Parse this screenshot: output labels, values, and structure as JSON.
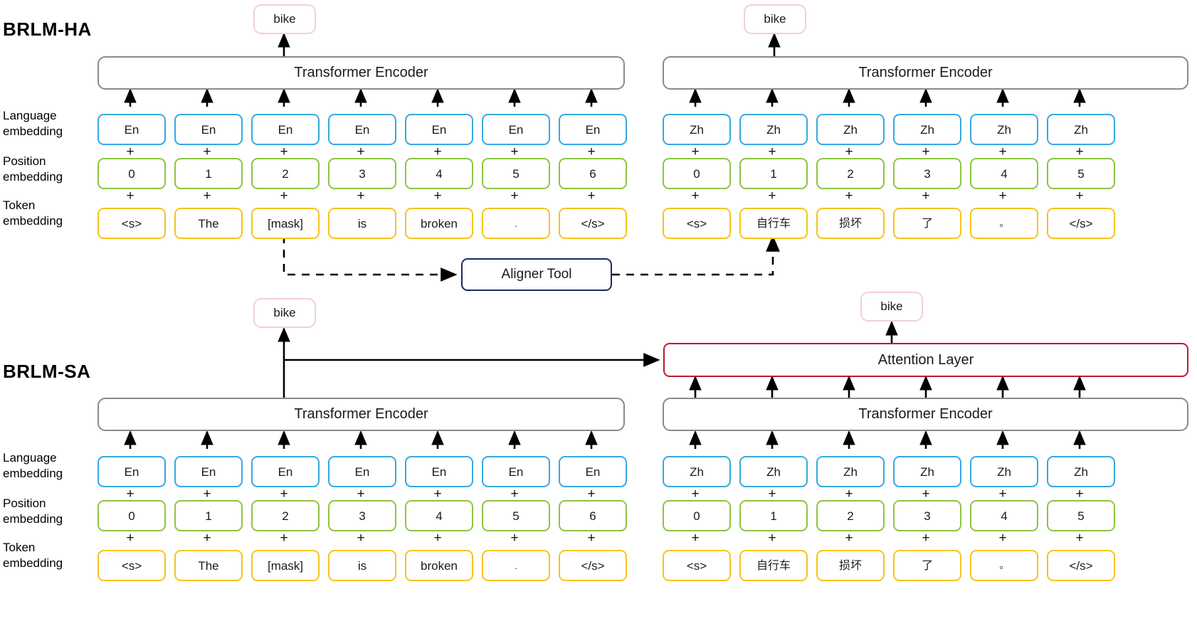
{
  "figure": {
    "title_ha": "BRLM-HA",
    "title_sa": "BRLM-SA"
  },
  "row_labels": {
    "language": "Language\nembedding",
    "position": "Position\nembedding",
    "token": "Token\nembedding"
  },
  "components": {
    "encoder_label": "Transformer Encoder",
    "attention_label": "Attention Layer",
    "aligner_label": "Aligner Tool",
    "output_label": "bike",
    "plus": "+"
  },
  "colors": {
    "language_border": "#35a9e0",
    "position_border": "#8cc540",
    "token_border": "#f7c31d",
    "encoder_border": "#8a8a8a",
    "attention_border": "#c0192b",
    "aligner_border": "#1b2a63",
    "bubble_border": "#f3cde1",
    "arrow": "#000000",
    "background": "#ffffff"
  },
  "ha": {
    "english": {
      "language": [
        "En",
        "En",
        "En",
        "En",
        "En",
        "En",
        "En"
      ],
      "position": [
        "0",
        "1",
        "2",
        "3",
        "4",
        "5",
        "6"
      ],
      "token": [
        "<s>",
        "The",
        "[mask]",
        "is",
        "broken",
        ".",
        "</s>"
      ],
      "encoder": "Transformer Encoder",
      "output": "bike"
    },
    "chinese": {
      "language": [
        "Zh",
        "Zh",
        "Zh",
        "Zh",
        "Zh",
        "Zh"
      ],
      "position": [
        "0",
        "1",
        "2",
        "3",
        "4",
        "5"
      ],
      "token": [
        "<s>",
        "自行车",
        "损坏",
        "了",
        "。",
        "</s>"
      ],
      "encoder": "Transformer Encoder",
      "output": "bike"
    },
    "aligner": "Aligner Tool"
  },
  "sa": {
    "english": {
      "language": [
        "En",
        "En",
        "En",
        "En",
        "En",
        "En",
        "En"
      ],
      "position": [
        "0",
        "1",
        "2",
        "3",
        "4",
        "5",
        "6"
      ],
      "token": [
        "<s>",
        "The",
        "[mask]",
        "is",
        "broken",
        ".",
        "</s>"
      ],
      "encoder": "Transformer Encoder",
      "output": "bike"
    },
    "chinese": {
      "language": [
        "Zh",
        "Zh",
        "Zh",
        "Zh",
        "Zh",
        "Zh"
      ],
      "position": [
        "0",
        "1",
        "2",
        "3",
        "4",
        "5"
      ],
      "token": [
        "<s>",
        "自行车",
        "损坏",
        "了",
        "。",
        "</s>"
      ],
      "encoder": "Transformer Encoder"
    },
    "attention": "Attention Layer",
    "output": "bike"
  }
}
